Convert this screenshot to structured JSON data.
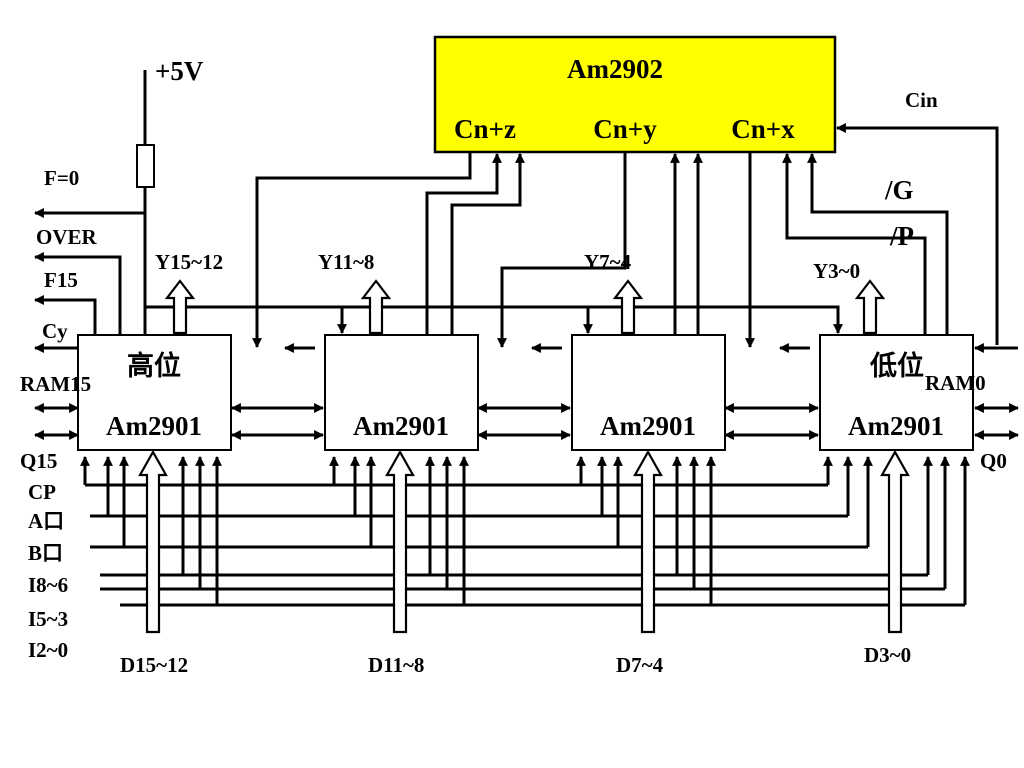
{
  "colors": {
    "am2902_fill": "#ffff00",
    "line": "#000000",
    "background": "#ffffff"
  },
  "am2902": {
    "name": "Am2902",
    "pins": [
      "Cn+z",
      "Cn+y",
      "Cn+x"
    ]
  },
  "chips": [
    {
      "name": "Am2901",
      "position_label": "高位"
    },
    {
      "name": "Am2901",
      "position_label": ""
    },
    {
      "name": "Am2901",
      "position_label": ""
    },
    {
      "name": "Am2901",
      "position_label": "低位"
    }
  ],
  "outputs": [
    "Y15~12",
    "Y11~8",
    "Y7~4",
    "Y3~0"
  ],
  "inputs": [
    "D15~12",
    "D11~8",
    "D7~4",
    "D3~0"
  ],
  "left_signals": {
    "power": "+5V",
    "f0": "F=0",
    "over": "OVER",
    "f15": "F15",
    "cy": "Cy",
    "ram15": "RAM15",
    "q15": "Q15",
    "cp": "CP",
    "a": "A口",
    "b": "B口",
    "i86": "I8~6",
    "i53": "I5~3",
    "i20": "I2~0"
  },
  "right_signals": {
    "cin": "Cin",
    "g": "/G",
    "p": "/P",
    "ram0": "RAM0",
    "q0": "Q0"
  }
}
